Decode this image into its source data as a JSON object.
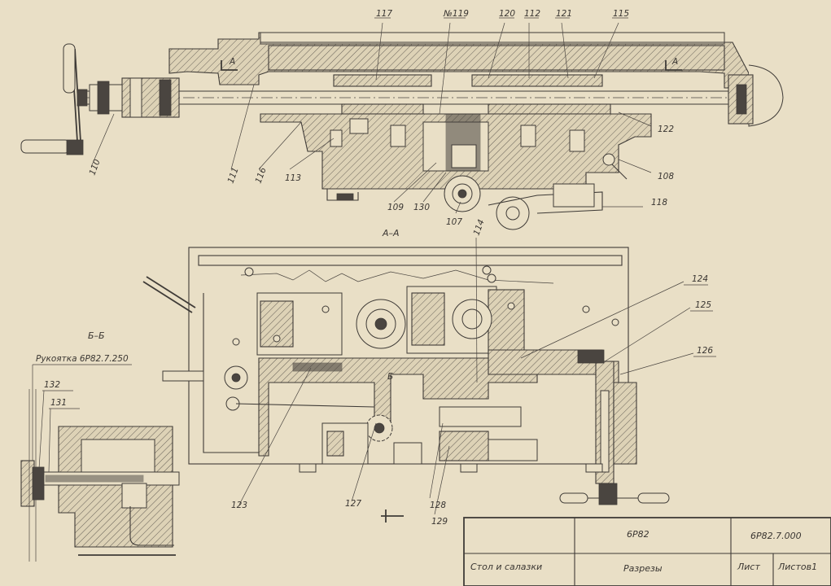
{
  "drawing": {
    "view_titles": {
      "section_aa_top_marks": [
        "А",
        "А"
      ],
      "section_aa": "А–А",
      "section_bb": "Б–Б",
      "section_b_mark": "Б",
      "handle_note": "Рукоятка 6Р82.7.250"
    },
    "callouts_top": [
      "117",
      "№119",
      "120",
      "112",
      "121",
      "115",
      "110",
      "111",
      "116",
      "113",
      "109",
      "130",
      "107",
      "122",
      "108",
      "118"
    ],
    "callouts_middle": [
      "114",
      "124",
      "125",
      "126",
      "123",
      "127",
      "128",
      "129"
    ],
    "callouts_left": [
      "132",
      "131"
    ]
  },
  "title_block": {
    "model": "6Р82",
    "designation": "6Р82.7.000",
    "assembly_name": "Стол и салазки",
    "sheet_title": "Разрезы",
    "sheet_label": "Лист",
    "sheets_label": "Листов1"
  }
}
